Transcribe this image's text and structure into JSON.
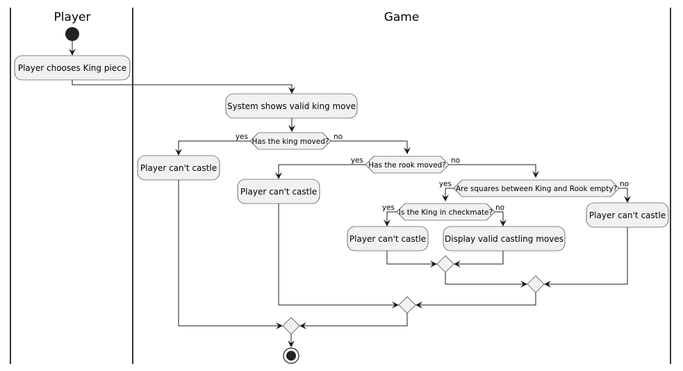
{
  "lanes": {
    "player": "Player",
    "game": "Game"
  },
  "activities": {
    "choose_king": "Player chooses King piece",
    "show_moves": "System shows valid king move",
    "cant_castle_1": "Player can't castle",
    "cant_castle_2": "Player can't castle",
    "cant_castle_3": "Player can't castle",
    "cant_castle_4": "Player can't castle",
    "display_castling": "Display valid castling moves"
  },
  "decisions": {
    "king_moved": "Has the king moved?",
    "rook_moved": "Has the rook moved?",
    "squares_empty": "Are squares between King and Rook empty?",
    "checkmate": "Is the King in checkmate?"
  },
  "branch_labels": {
    "king_yes": "yes",
    "king_no": "no",
    "rook_yes": "yes",
    "rook_no": "no",
    "squares_yes": "yes",
    "squares_no": "no",
    "checkmate_yes": "yes",
    "checkmate_no": "no"
  },
  "colors": {
    "node_fill": "#f1f1f1",
    "line": "#181818"
  }
}
